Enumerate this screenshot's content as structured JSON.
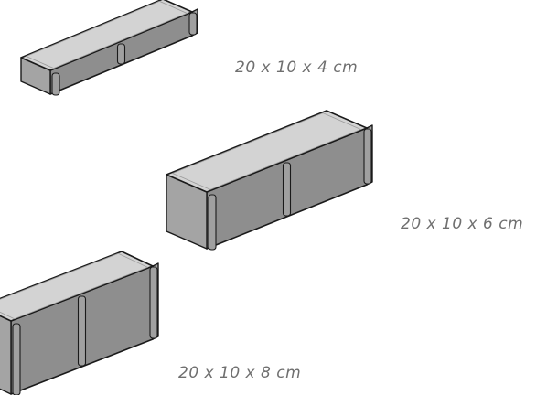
{
  "bricks": [
    {
      "label": "20 x 10 x 4 cm"
    },
    {
      "label": "20 x 10 x 6 cm"
    },
    {
      "label": "20 x 10 x 8 cm"
    }
  ],
  "colors": {
    "top_face": "#d3d3d3",
    "front_face": "#8e8e8e",
    "side_face": "#a4a4a4",
    "outline": "#1a1a1a",
    "label": "#6f6f6f"
  }
}
